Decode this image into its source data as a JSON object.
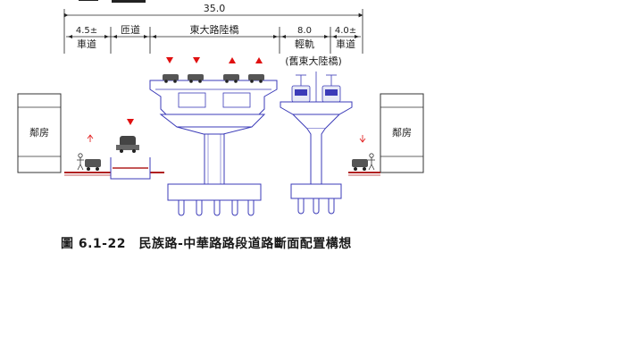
{
  "dimensions": {
    "total": "35.0",
    "left_lane": "4.5±",
    "light_rail": "8.0",
    "right_lane": "4.0±"
  },
  "segments": {
    "left_lane": "車道",
    "underpass": "匝道",
    "bridge": "東大路陸橋",
    "light_rail": "輕軌",
    "light_rail_note": "(舊東大陸橋)",
    "right_lane": "車道"
  },
  "buildings": {
    "left": "鄰房",
    "right": "鄰房"
  },
  "caption": "圖 6.1-22　民族路-中華路路段道路斷面配置構想",
  "colors": {
    "structure": "#3b3bb8",
    "road": "#b02020",
    "arrow": "#e01010",
    "dimension": "#222222"
  }
}
